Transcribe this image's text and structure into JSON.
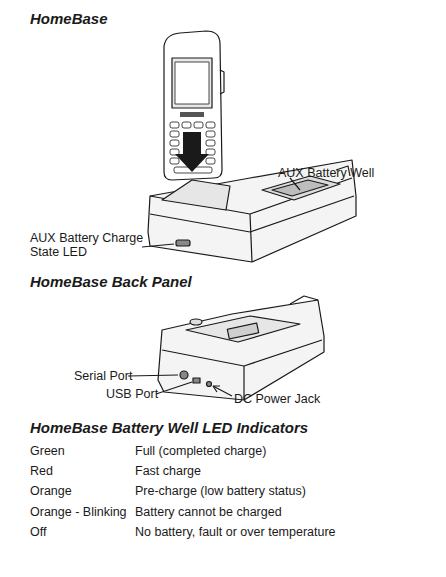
{
  "diagram": {
    "title": "HomeBase",
    "labels": [
      "AUX Battery Well",
      "AUX Battery Charge State LED",
      "HomeBase Back Panel",
      "Serial Port",
      "USB Port",
      "DC Power Jack",
      "HomeBase Battery Well LED Indicators",
      "Green",
      "Full (completed charge)",
      "Red",
      "Fast charge",
      "Orange",
      "Pre-charge (low battery status)",
      "Orange - Blinking",
      "Battery cannot be charged",
      "Off",
      "No battery, fault or over temperature"
    ]
  }
}
